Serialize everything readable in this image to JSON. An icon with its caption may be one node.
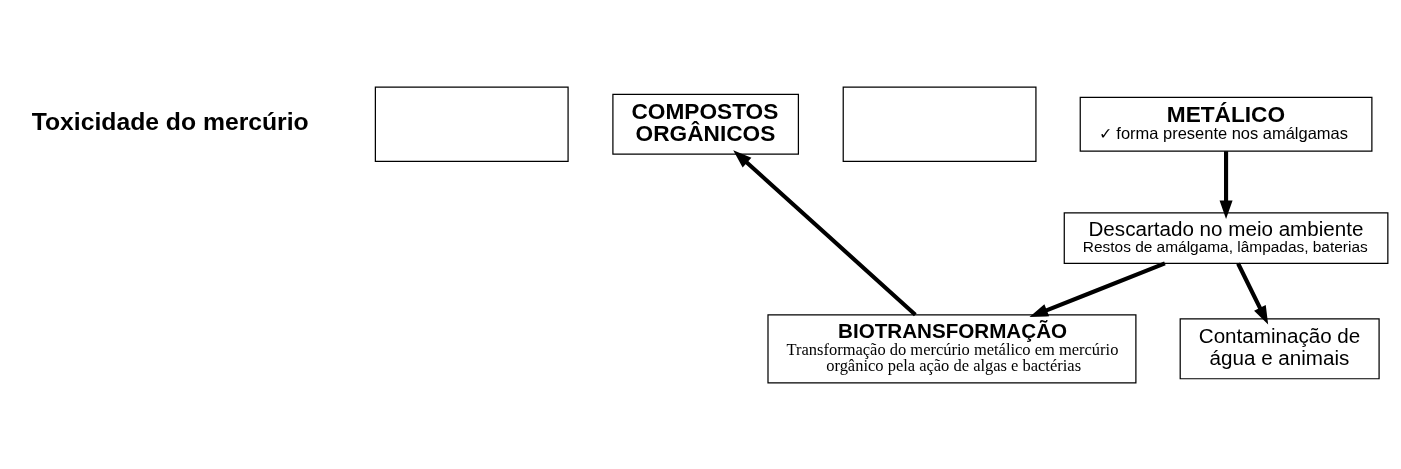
{
  "diagram": {
    "nodes": [
      {
        "text": [],
        "shape": "box"
      },
      {
        "text": [
          "COMPOSTOS ORGÂNICOS"
        ]
      },
      {
        "text": [],
        "shape": "box"
      },
      {
        "text": [
          "METÁLICO",
          "✓ forma presente nos amálgamas"
        ]
      },
      {
        "text": [
          "Descartado no meio ambiente",
          "Restos de amálgama, lâmpadas, baterias"
        ]
      },
      {
        "text": [
          "BIOTRANSFORMAÇÃO",
          "Transformação do mercúrio metálico em mercúrio orgânico pela ação de algas e bactérias"
        ]
      },
      {
        "text": [
          "Contaminação de água e animais"
        ]
      }
    ],
    "edges": [
      {
        "from": 3,
        "to": 4,
        "arrow": "to"
      },
      {
        "from": 4,
        "to": 6,
        "arrow": "to"
      },
      {
        "from": 4,
        "to": 5,
        "arrow": "to"
      },
      {
        "from": 5,
        "to": 1,
        "arrow": "to"
      }
    ],
    "labels": [
      "Toxicidade do mercúrio"
    ]
  }
}
